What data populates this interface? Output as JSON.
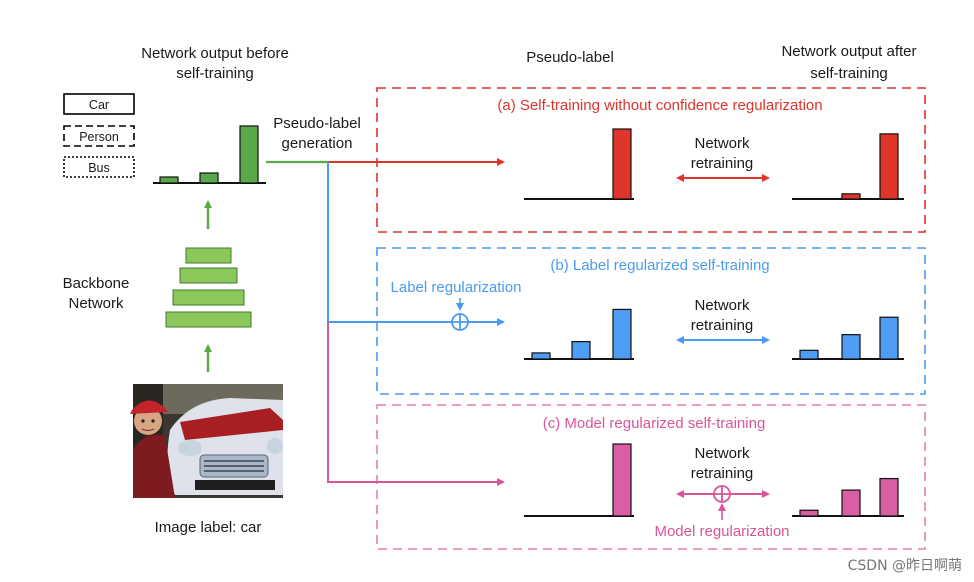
{
  "colors": {
    "green": "#59a84a",
    "red": "#e0332a",
    "blue": "#4a9bf0",
    "pink": "#d9559a",
    "red_bar": "#e0352a",
    "blue_bar": "#4f9cf4",
    "pink_bar": "#d95ea3"
  },
  "headers": {
    "before": [
      "Network output before",
      "self-training"
    ],
    "pseudo_label": "Pseudo-label",
    "after": [
      "Network output after",
      "self-training"
    ]
  },
  "classes": [
    "Car",
    "Person",
    "Bus"
  ],
  "backbone": [
    "Backbone",
    "Network"
  ],
  "pseudo_gen": [
    "Pseudo-label",
    "generation"
  ],
  "image_label": "Image label: car",
  "panels": {
    "a": {
      "title": "(a) Self-training without confidence regularization",
      "retrain": [
        "Network",
        "retraining"
      ]
    },
    "b": {
      "title": "(b) Label regularized self-training",
      "retrain": [
        "Network",
        "retraining"
      ],
      "reg": "Label regularization"
    },
    "c": {
      "title": "(c) Model regularized self-training",
      "retrain": [
        "Network",
        "retraining"
      ],
      "reg": "Model regularization"
    }
  },
  "bars": {
    "before": [
      0.06,
      0.1,
      0.57
    ],
    "a_pseudo": [
      0,
      0,
      1.0
    ],
    "a_after": [
      0,
      0.07,
      0.88
    ],
    "b_pseudo": [
      0.07,
      0.2,
      0.57
    ],
    "b_after": [
      0.1,
      0.28,
      0.48
    ],
    "c_pseudo": [
      0,
      0,
      1.0
    ],
    "c_after": [
      0.08,
      0.36,
      0.52
    ]
  },
  "watermark": "CSDN @昨日啊萌"
}
